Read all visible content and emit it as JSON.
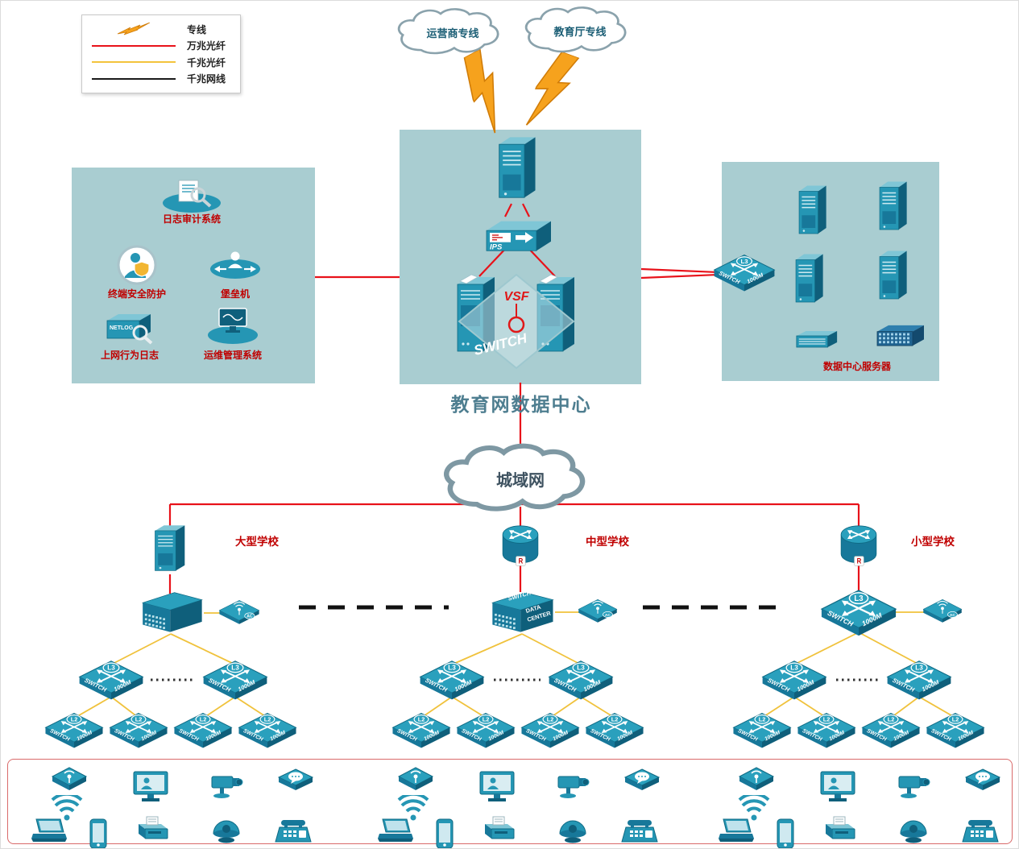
{
  "legend": {
    "items": [
      {
        "label": "专线",
        "icon": "lightning-icon",
        "color": "#f6a21d"
      },
      {
        "label": "万兆光纤",
        "icon": "red-line",
        "color": "#e8121a"
      },
      {
        "label": "千兆光纤",
        "icon": "yellow-line",
        "color": "#f3c33c"
      },
      {
        "label": "千兆网线",
        "icon": "black-line",
        "color": "#1a1a1a"
      }
    ]
  },
  "clouds": {
    "carrier": "运营商专线",
    "education": "教育厅专线",
    "metro": "城域网"
  },
  "datacenter": {
    "title": "教育网数据中心",
    "ips_label": "IPS",
    "vsf_label": "VSF",
    "stack_label": "SWITCH"
  },
  "security_zone": {
    "log_audit": "日志审计系统",
    "terminal_protect": "终端安全防护",
    "bastion": "堡垒机",
    "netlog": "上网行为日志",
    "netlog_device": "NETLOG",
    "ops": "运维管理系统"
  },
  "server_zone": {
    "label": "数据中心服务器"
  },
  "schools": {
    "large": "大型学校",
    "medium": "中型学校",
    "small": "小型学校"
  },
  "labels": {
    "l3": "L3",
    "l2": "L2",
    "ac": "AC",
    "router_badge": "R",
    "sw_left": "SWITCH",
    "sw_right": "1000M",
    "core_brand": "SWITCH",
    "core_model": "DATA CENTER"
  }
}
